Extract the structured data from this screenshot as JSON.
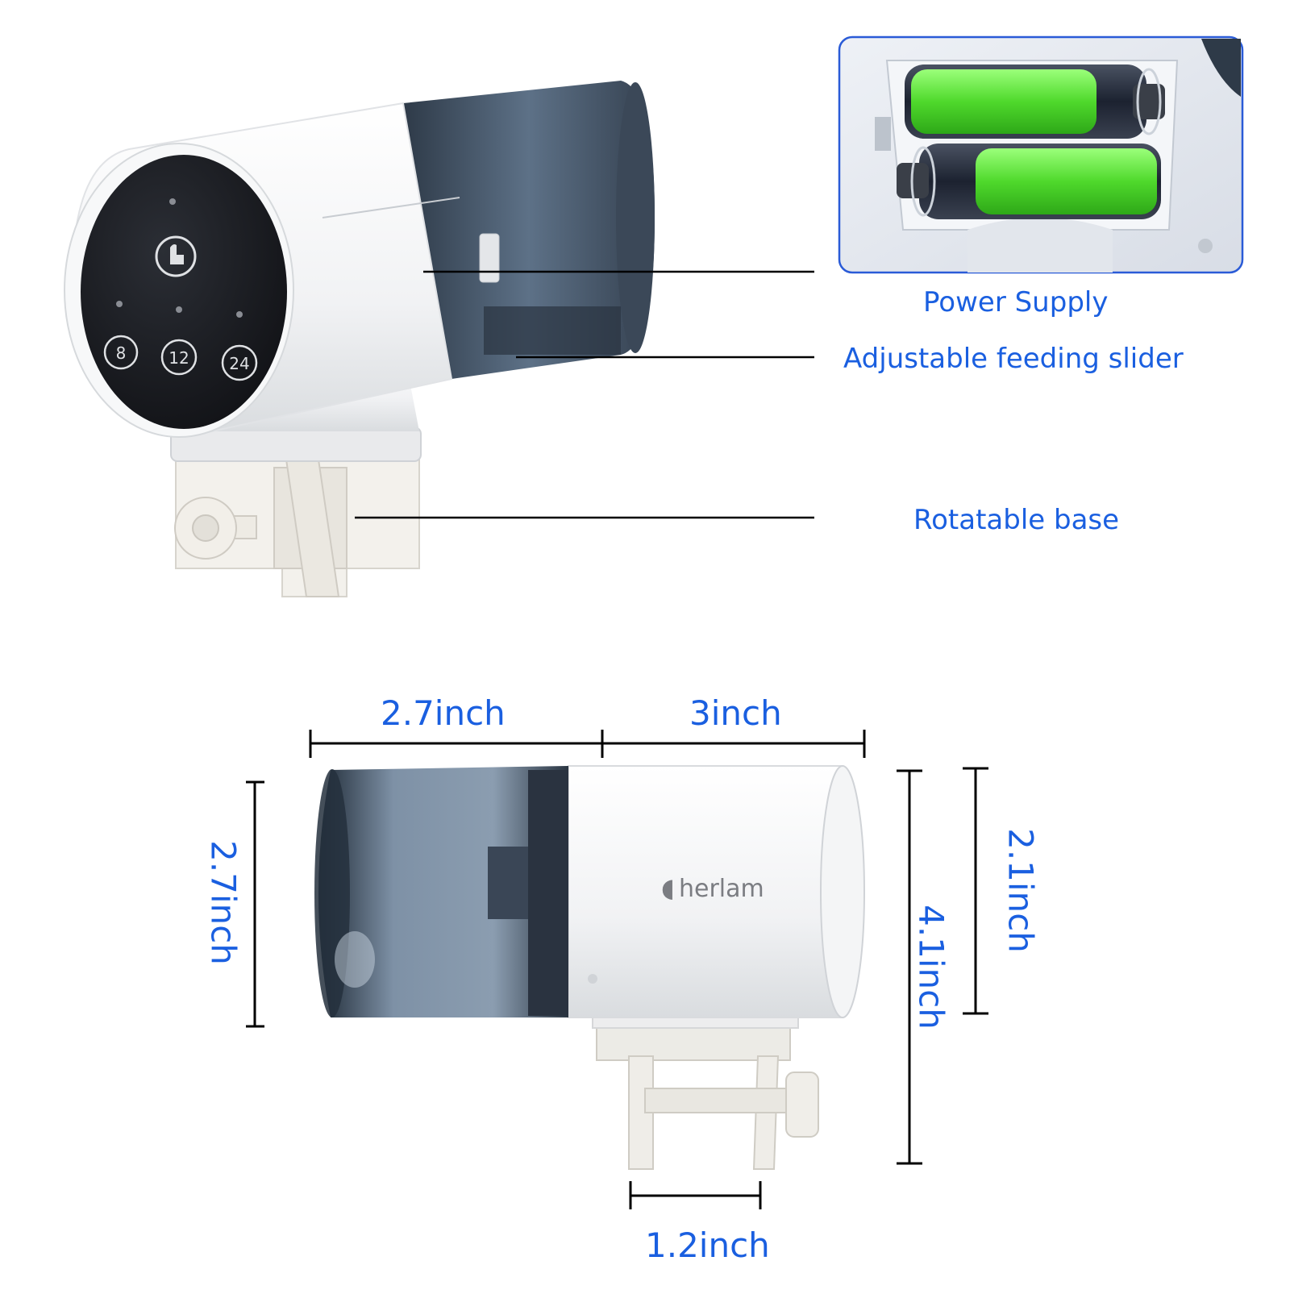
{
  "product": {
    "brand": "herlam",
    "timer_buttons": [
      "8",
      "12",
      "24"
    ]
  },
  "callouts": {
    "power_supply": "Power Supply",
    "feeding_slider": "Adjustable feeding slider",
    "rotatable_base": "Rotatable base"
  },
  "dimensions": {
    "hopper_width": "2.7inch",
    "body_width": "3inch",
    "hopper_height": "2.7inch",
    "total_height": "4.1inch",
    "body_height": "2.1inch",
    "clamp_width": "1.2inch"
  },
  "colors": {
    "accent": "#1a5fe0",
    "battery_green": "#5ce63a",
    "hopper": "#4a5b6e",
    "panel": "#1b1d22"
  }
}
